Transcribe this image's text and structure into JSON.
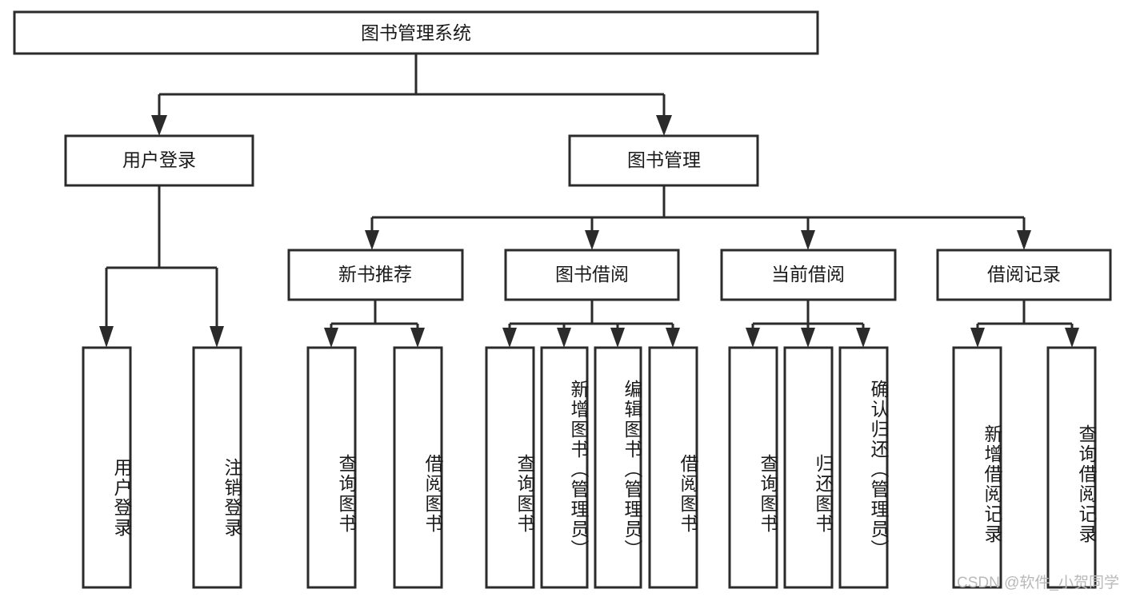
{
  "diagram": {
    "type": "tree-hierarchy-chart",
    "title": "图书管理系统",
    "root": {
      "id": "root",
      "label": "图书管理系统"
    },
    "level2": [
      {
        "id": "user-login",
        "label": "用户登录"
      },
      {
        "id": "book-management",
        "label": "图书管理"
      }
    ],
    "level3": [
      {
        "id": "new-book-recommend",
        "label": "新书推荐"
      },
      {
        "id": "book-borrow",
        "label": "图书借阅"
      },
      {
        "id": "current-borrow",
        "label": "当前借阅"
      },
      {
        "id": "borrow-record",
        "label": "借阅记录"
      }
    ],
    "leaves": [
      {
        "id": "leaf-user-login",
        "label": "用户登录",
        "parent": "user-login"
      },
      {
        "id": "leaf-logout-login",
        "label": "注销登录",
        "parent": "user-login"
      },
      {
        "id": "leaf-query-book-1",
        "label": "查询图书",
        "parent": "new-book-recommend"
      },
      {
        "id": "leaf-borrow-book-1",
        "label": "借阅图书",
        "parent": "new-book-recommend"
      },
      {
        "id": "leaf-query-book-2",
        "label": "查询图书",
        "parent": "book-borrow"
      },
      {
        "id": "leaf-add-book",
        "label": "新增图书（管理员）",
        "parent": "book-borrow"
      },
      {
        "id": "leaf-edit-book",
        "label": "编辑图书（管理员）",
        "parent": "book-borrow"
      },
      {
        "id": "leaf-borrow-book-2",
        "label": "借阅图书",
        "parent": "book-borrow"
      },
      {
        "id": "leaf-query-book-3",
        "label": "查询图书",
        "parent": "current-borrow"
      },
      {
        "id": "leaf-return-book",
        "label": "归还图书",
        "parent": "current-borrow"
      },
      {
        "id": "leaf-confirm-return",
        "label": "确认归还（管理员）",
        "parent": "current-borrow"
      },
      {
        "id": "leaf-add-record",
        "label": "新增借阅记录",
        "parent": "borrow-record"
      },
      {
        "id": "leaf-query-record",
        "label": "查询借阅记录",
        "parent": "borrow-record"
      }
    ],
    "colors": {
      "stroke": "#2b2b2b",
      "fill": "#ffffff",
      "text": "#1a1a1a",
      "watermark": "#b9b9b9"
    }
  },
  "watermark": {
    "text": "CSDN @软件_小贺同学"
  }
}
